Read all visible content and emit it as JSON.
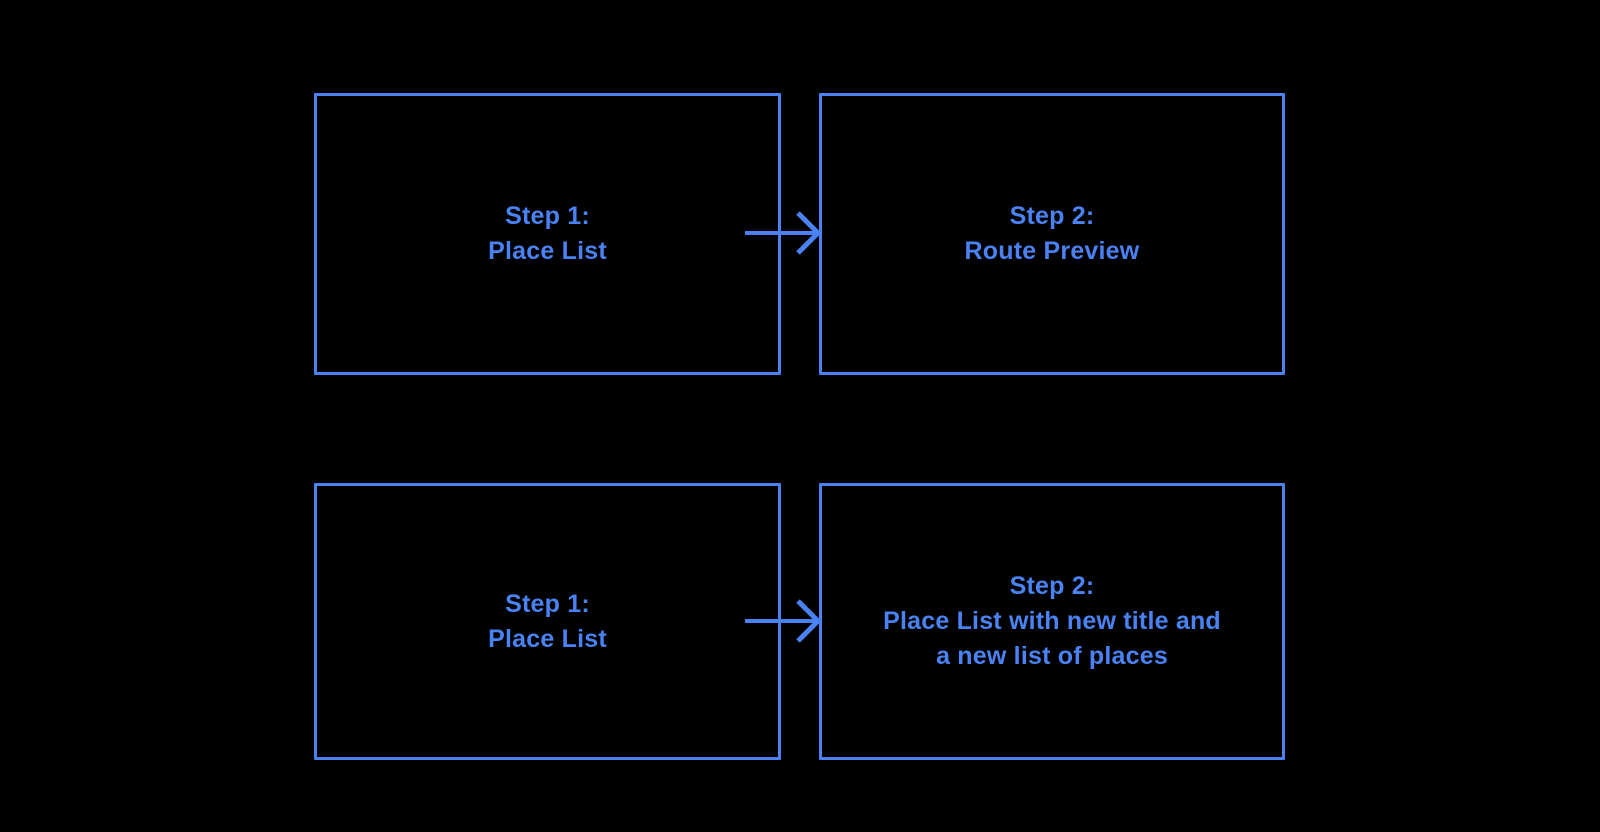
{
  "colors": {
    "background": "#000000",
    "accent": "#4a82f4"
  },
  "diagram": {
    "type": "flowchart",
    "rows": 2,
    "boxes": [
      {
        "position": "top-left",
        "lines": [
          "Step 1:",
          "Place List"
        ]
      },
      {
        "position": "top-right",
        "lines": [
          "Step 2:",
          "Route Preview"
        ]
      },
      {
        "position": "bottom-left",
        "lines": [
          "Step 1:",
          "Place List"
        ]
      },
      {
        "position": "bottom-right",
        "lines": [
          "Step 2:",
          "Place List with new title and",
          "a new list of places"
        ]
      }
    ],
    "connectors": [
      {
        "from": "top-left",
        "to": "top-right",
        "shape": "arrow-right"
      },
      {
        "from": "bottom-left",
        "to": "bottom-right",
        "shape": "arrow-right"
      }
    ]
  }
}
